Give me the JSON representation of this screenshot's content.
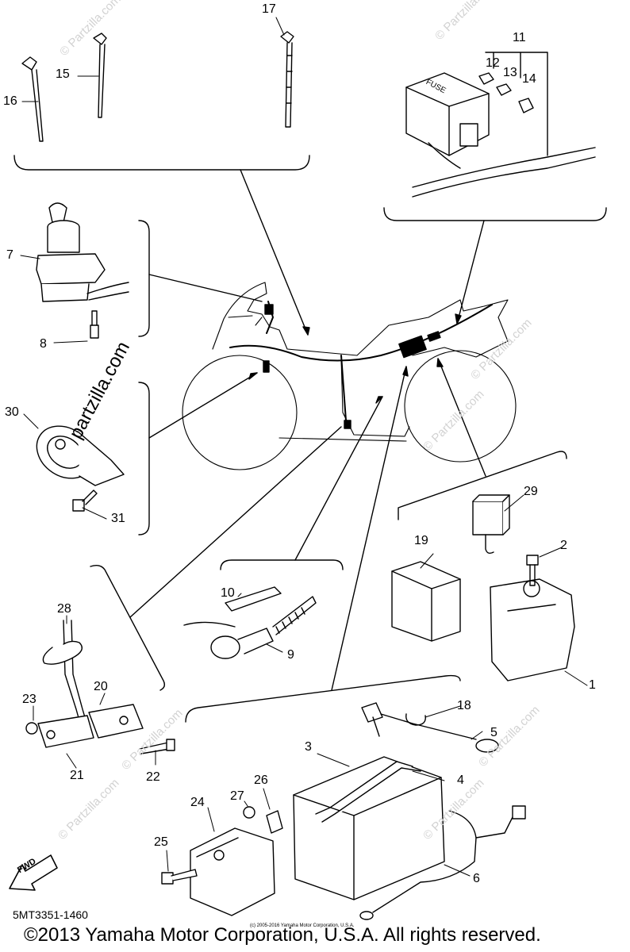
{
  "diagram": {
    "part_callouts": [
      {
        "id": "c1",
        "label": "1"
      },
      {
        "id": "c2",
        "label": "2"
      },
      {
        "id": "c3",
        "label": "3"
      },
      {
        "id": "c4",
        "label": "4"
      },
      {
        "id": "c5",
        "label": "5"
      },
      {
        "id": "c6",
        "label": "6"
      },
      {
        "id": "c7",
        "label": "7"
      },
      {
        "id": "c8",
        "label": "8"
      },
      {
        "id": "c9",
        "label": "9"
      },
      {
        "id": "c10",
        "label": "10"
      },
      {
        "id": "c11",
        "label": "11"
      },
      {
        "id": "c12",
        "label": "12"
      },
      {
        "id": "c13",
        "label": "13"
      },
      {
        "id": "c14",
        "label": "14"
      },
      {
        "id": "c15",
        "label": "15"
      },
      {
        "id": "c16",
        "label": "16"
      },
      {
        "id": "c17",
        "label": "17"
      },
      {
        "id": "c18",
        "label": "18"
      },
      {
        "id": "c19",
        "label": "19"
      },
      {
        "id": "c20",
        "label": "20"
      },
      {
        "id": "c21",
        "label": "21"
      },
      {
        "id": "c22",
        "label": "22"
      },
      {
        "id": "c23",
        "label": "23"
      },
      {
        "id": "c24",
        "label": "24"
      },
      {
        "id": "c25",
        "label": "25"
      },
      {
        "id": "c26",
        "label": "26"
      },
      {
        "id": "c27",
        "label": "27"
      },
      {
        "id": "c28",
        "label": "28"
      },
      {
        "id": "c29",
        "label": "29"
      },
      {
        "id": "c30",
        "label": "30"
      },
      {
        "id": "c31",
        "label": "31"
      }
    ],
    "fuse_box_text": "FUSE",
    "fwd_arrow_text": "FWD",
    "partzilla_text": "partzilla.com",
    "watermark_text": "© Partzilla.com",
    "diagram_code": "5MT3351-1460",
    "small_copyright": "(c) 2005-2016 Yamaha Motor Corporation, U.S.A.",
    "copyright": "©2013 Yamaha Motor Corporation, U.S.A. All rights reserved."
  }
}
